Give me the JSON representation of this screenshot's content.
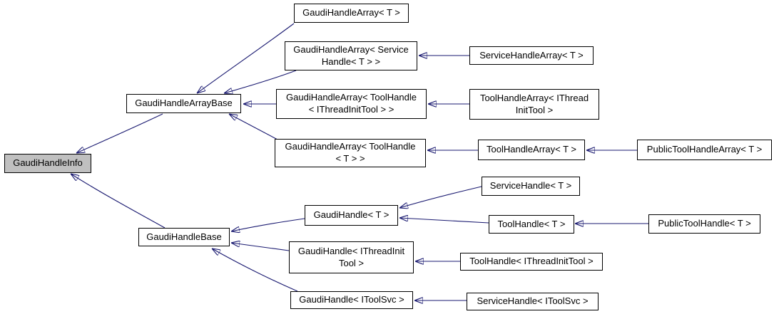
{
  "diagram": {
    "kind": "class-inheritance-graph",
    "colors": {
      "edge": "#191970",
      "node_border": "#000000",
      "node_fill": "#ffffff",
      "selected_node_fill": "#c0c0c0",
      "text": "#000000",
      "background": "#ffffff"
    },
    "nodes": {
      "gaudi_handle_info": {
        "lines": [
          "GaudiHandleInfo"
        ],
        "selected": true
      },
      "gaudi_handle_array_base": {
        "lines": [
          "GaudiHandleArrayBase"
        ],
        "selected": false
      },
      "gaudi_handle_base": {
        "lines": [
          "GaudiHandleBase"
        ],
        "selected": false
      },
      "gaudi_handle_array_t": {
        "lines": [
          "GaudiHandleArray< T >"
        ],
        "selected": false
      },
      "gaudi_handle_array_service": {
        "lines": [
          "GaudiHandleArray< Service",
          "Handle< T > >"
        ],
        "selected": false
      },
      "gaudi_handle_array_toolhandle_ithread": {
        "lines": [
          "GaudiHandleArray< ToolHandle",
          "< IThreadInitTool > >"
        ],
        "selected": false
      },
      "gaudi_handle_array_toolhandle_t": {
        "lines": [
          "GaudiHandleArray< ToolHandle",
          "< T > >"
        ],
        "selected": false
      },
      "service_handle_array_t": {
        "lines": [
          "ServiceHandleArray< T >"
        ],
        "selected": false
      },
      "tool_handle_array_ithread": {
        "lines": [
          "ToolHandleArray< IThread",
          "InitTool >"
        ],
        "selected": false
      },
      "tool_handle_array_t": {
        "lines": [
          "ToolHandleArray< T >"
        ],
        "selected": false
      },
      "public_tool_handle_array_t": {
        "lines": [
          "PublicToolHandleArray< T >"
        ],
        "selected": false
      },
      "gaudi_handle_t": {
        "lines": [
          "GaudiHandle< T >"
        ],
        "selected": false
      },
      "service_handle_t": {
        "lines": [
          "ServiceHandle< T >"
        ],
        "selected": false
      },
      "tool_handle_t": {
        "lines": [
          "ToolHandle< T >"
        ],
        "selected": false
      },
      "public_tool_handle_t": {
        "lines": [
          "PublicToolHandle< T >"
        ],
        "selected": false
      },
      "gaudi_handle_ithreadinit": {
        "lines": [
          "GaudiHandle< IThreadInit",
          "Tool >"
        ],
        "selected": false
      },
      "tool_handle_ithreadinittool": {
        "lines": [
          "ToolHandle< IThreadInitTool >"
        ],
        "selected": false
      },
      "gaudi_handle_itoolsvc": {
        "lines": [
          "GaudiHandle< IToolSvc >"
        ],
        "selected": false
      },
      "service_handle_itoolsvc": {
        "lines": [
          "ServiceHandle< IToolSvc >"
        ],
        "selected": false
      }
    },
    "edges": [
      {
        "from": "GaudiHandleArrayBase",
        "to": "GaudiHandleInfo"
      },
      {
        "from": "GaudiHandleBase",
        "to": "GaudiHandleInfo"
      },
      {
        "from": "GaudiHandleArray< T >",
        "to": "GaudiHandleArrayBase"
      },
      {
        "from": "GaudiHandleArray< ServiceHandle< T > >",
        "to": "GaudiHandleArrayBase"
      },
      {
        "from": "GaudiHandleArray< ToolHandle< IThreadInitTool > >",
        "to": "GaudiHandleArrayBase"
      },
      {
        "from": "GaudiHandleArray< ToolHandle< T > >",
        "to": "GaudiHandleArrayBase"
      },
      {
        "from": "ServiceHandleArray< T >",
        "to": "GaudiHandleArray< ServiceHandle< T > >"
      },
      {
        "from": "ToolHandleArray< IThreadInitTool >",
        "to": "GaudiHandleArray< ToolHandle< IThreadInitTool > >"
      },
      {
        "from": "ToolHandleArray< T >",
        "to": "GaudiHandleArray< ToolHandle< T > >"
      },
      {
        "from": "PublicToolHandleArray< T >",
        "to": "ToolHandleArray< T >"
      },
      {
        "from": "GaudiHandle< T >",
        "to": "GaudiHandleBase"
      },
      {
        "from": "GaudiHandle< IThreadInitTool >",
        "to": "GaudiHandleBase"
      },
      {
        "from": "GaudiHandle< IToolSvc >",
        "to": "GaudiHandleBase"
      },
      {
        "from": "ServiceHandle< T >",
        "to": "GaudiHandle< T >"
      },
      {
        "from": "ToolHandle< T >",
        "to": "GaudiHandle< T >"
      },
      {
        "from": "PublicToolHandle< T >",
        "to": "ToolHandle< T >"
      },
      {
        "from": "ToolHandle< IThreadInitTool >",
        "to": "GaudiHandle< IThreadInitTool >"
      },
      {
        "from": "ServiceHandle< IToolSvc >",
        "to": "GaudiHandle< IToolSvc >"
      }
    ]
  }
}
